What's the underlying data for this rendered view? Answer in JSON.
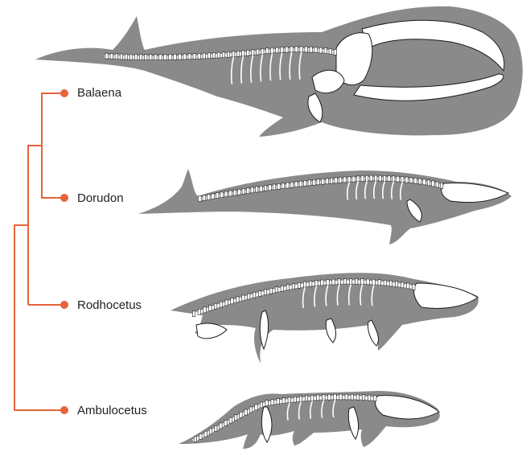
{
  "colors": {
    "background": "#ffffff",
    "silhouette": "#8a8a8a",
    "bone": "#ffffff",
    "bone_outline": "#1a1a1a",
    "tree_line": "#e8633a",
    "tree_node": "#e8633a",
    "label_text": "#222222"
  },
  "tree": {
    "taxa": [
      {
        "id": "balaena",
        "label": "Balaena",
        "icon": "bowhead-whale-skeleton-silhouette"
      },
      {
        "id": "dorudon",
        "label": "Dorudon",
        "icon": "dorudon-skeleton-silhouette"
      },
      {
        "id": "rodhocetus",
        "label": "Rodhocetus",
        "icon": "rodhocetus-skeleton-silhouette"
      },
      {
        "id": "ambulocetus",
        "label": "Ambulocetus",
        "icon": "ambulocetus-skeleton-silhouette"
      }
    ]
  }
}
